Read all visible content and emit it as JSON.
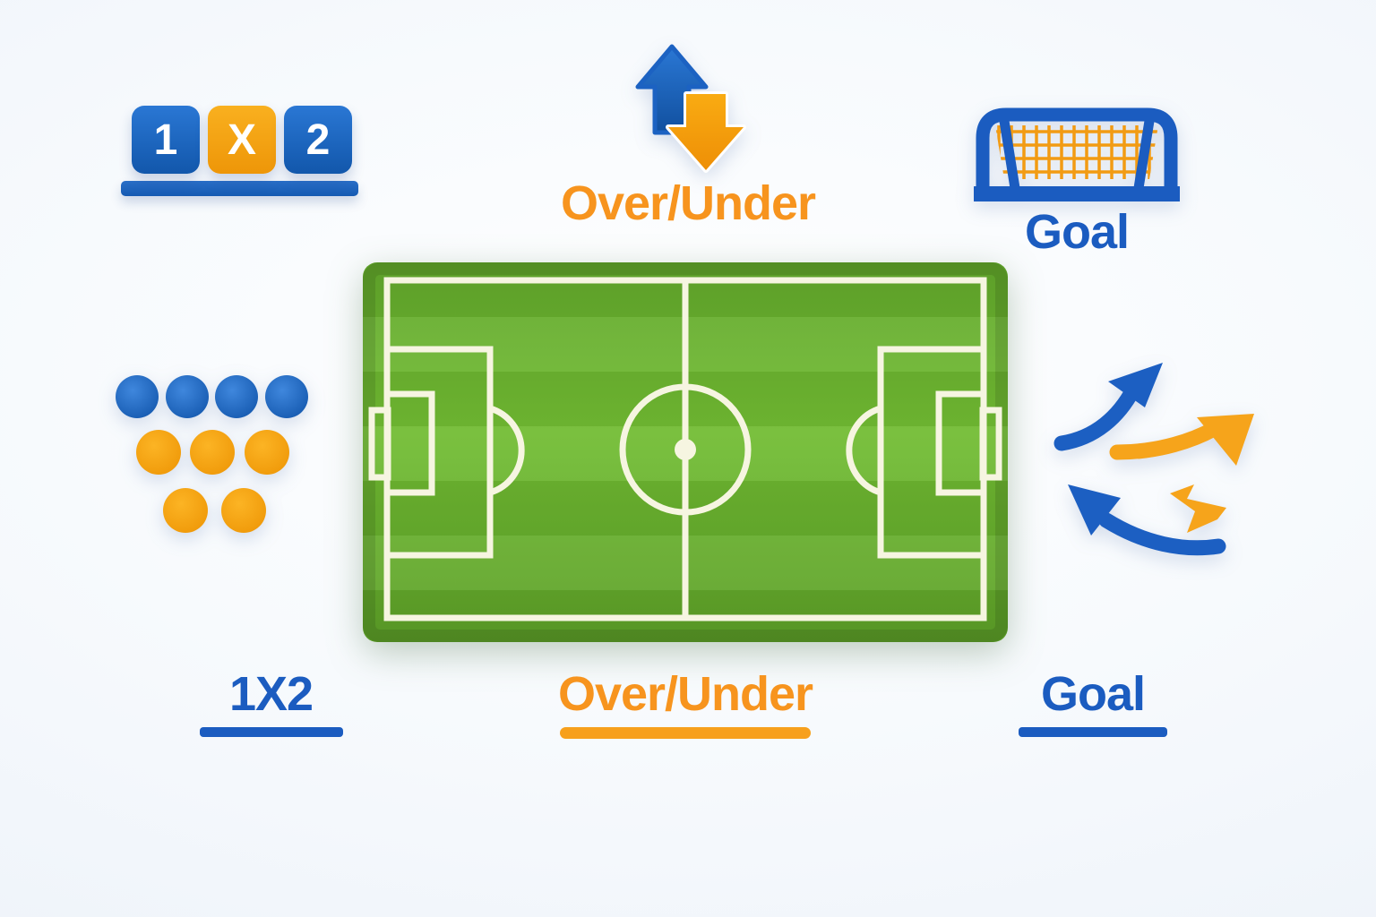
{
  "scoreboard": {
    "tiles": [
      {
        "label": "1",
        "color": "blue"
      },
      {
        "label": "X",
        "color": "orange"
      },
      {
        "label": "2",
        "color": "blue"
      }
    ]
  },
  "over_under": {
    "title": "Over/Under"
  },
  "goal": {
    "title": "Goal"
  },
  "bottom_nav": {
    "items": [
      {
        "label": "1X2",
        "color": "blue",
        "underlined": true
      },
      {
        "label": "Over/Under",
        "color": "orange",
        "underlined": true
      },
      {
        "label": "Goal",
        "color": "blue",
        "underlined": true
      }
    ]
  },
  "icons": {
    "scoreboard": "1x2-score-tiles",
    "over_under": "up-down-arrows",
    "goal": "goal-with-net",
    "center": "soccer-field-top-view",
    "left": "formation-dots",
    "right": "trend-arrows"
  },
  "formation_dots": {
    "rows": [
      {
        "color": "blue",
        "count": 4
      },
      {
        "color": "orange",
        "count": 3
      },
      {
        "color": "orange",
        "count": 2
      }
    ]
  },
  "colors": {
    "blue": "#1b5cc0",
    "blue_light": "#2a77d4",
    "orange": "#f6a41b",
    "orange_text": "#f7941e",
    "field_green": "#69b02e",
    "field_line_cream": "#f6f5e1",
    "background": "#eaf0f8",
    "tile_text": "#ffffff"
  }
}
